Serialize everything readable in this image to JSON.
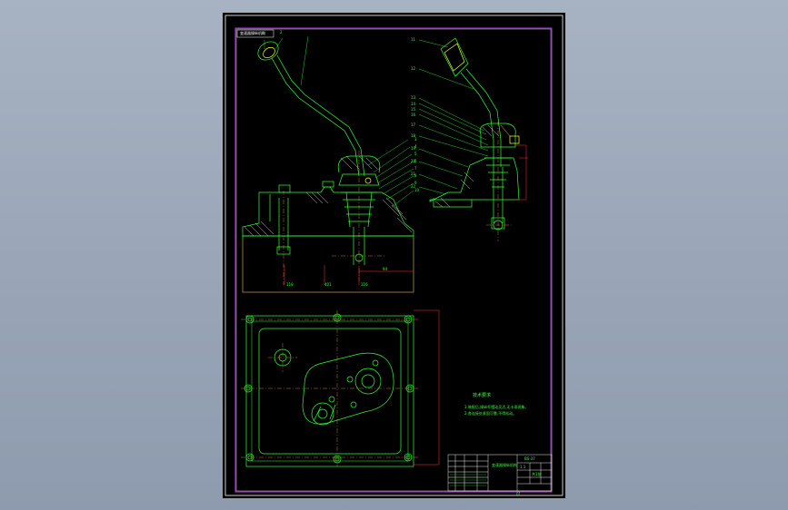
{
  "colors": {
    "background": "#98a4b6",
    "sheet": "#000000",
    "frame": "#ffffff",
    "border": "#cc44ff",
    "outline": "#33ff33",
    "hatch": "#ffee44",
    "center": "#ff9933",
    "dimension": "#ff3333",
    "leader": "#33ffff",
    "text": "#33ff33"
  },
  "drawing": {
    "top_label": "变速器操纵机构",
    "callouts_left_top": [
      "1",
      "2"
    ],
    "callouts_left_side": [
      "3",
      "4",
      "5",
      "6",
      "7",
      "8",
      "9",
      "10"
    ],
    "callouts_right": [
      "11",
      "12",
      "13",
      "14",
      "15",
      "16",
      "17",
      "18",
      "19",
      "20",
      "21",
      "22"
    ],
    "dims_bottom": [
      "118",
      "401",
      "116"
    ],
    "dim_right": "94"
  },
  "notes": {
    "heading": "技术要求",
    "lines": [
      "1.装配后,操纵杆摆动灵活,无卡滞现象。",
      "2.各连接处紧固可靠,不得松动。"
    ]
  },
  "title_block": {
    "name": "变速器操纵机构",
    "code": "BS-37",
    "scale": "1:1",
    "sheet": "共1张",
    "footer": "01"
  }
}
